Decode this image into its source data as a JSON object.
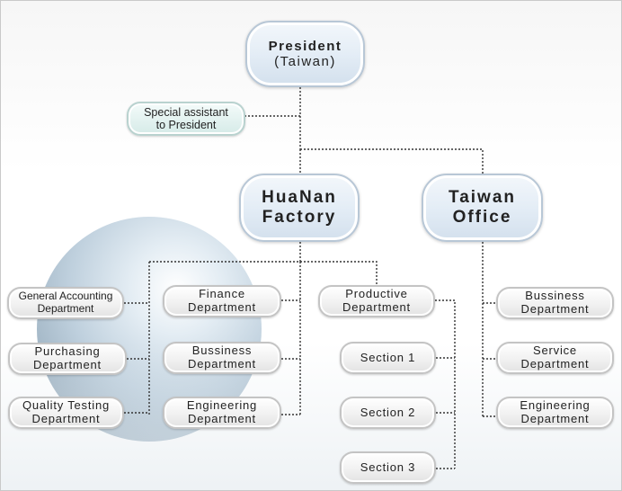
{
  "president": {
    "line1": "President",
    "line2": "(Taiwan)"
  },
  "assistant": {
    "line1": "Special assistant",
    "line2": "to President"
  },
  "huanan": {
    "line1": "HuaNan",
    "line2": "Factory"
  },
  "taiwan": {
    "line1": "Taiwan",
    "line2": "Office"
  },
  "huanan_left": [
    {
      "line1": "General Accounting",
      "line2": "Department"
    },
    {
      "line1": "Purchasing",
      "line2": "Department"
    },
    {
      "line1": "Quality Testing",
      "line2": "Department"
    }
  ],
  "huanan_mid": [
    {
      "line1": "Finance",
      "line2": "Department"
    },
    {
      "line1": "Bussiness",
      "line2": "Department"
    },
    {
      "line1": "Engineering",
      "line2": "Department"
    }
  ],
  "productive": {
    "line1": "Productive",
    "line2": "Department"
  },
  "sections": [
    "Section 1",
    "Section 2",
    "Section 3"
  ],
  "taiwan_depts": [
    {
      "line1": "Bussiness",
      "line2": "Department"
    },
    {
      "line1": "Service",
      "line2": "Department"
    },
    {
      "line1": "Engineering",
      "line2": "Department"
    }
  ]
}
